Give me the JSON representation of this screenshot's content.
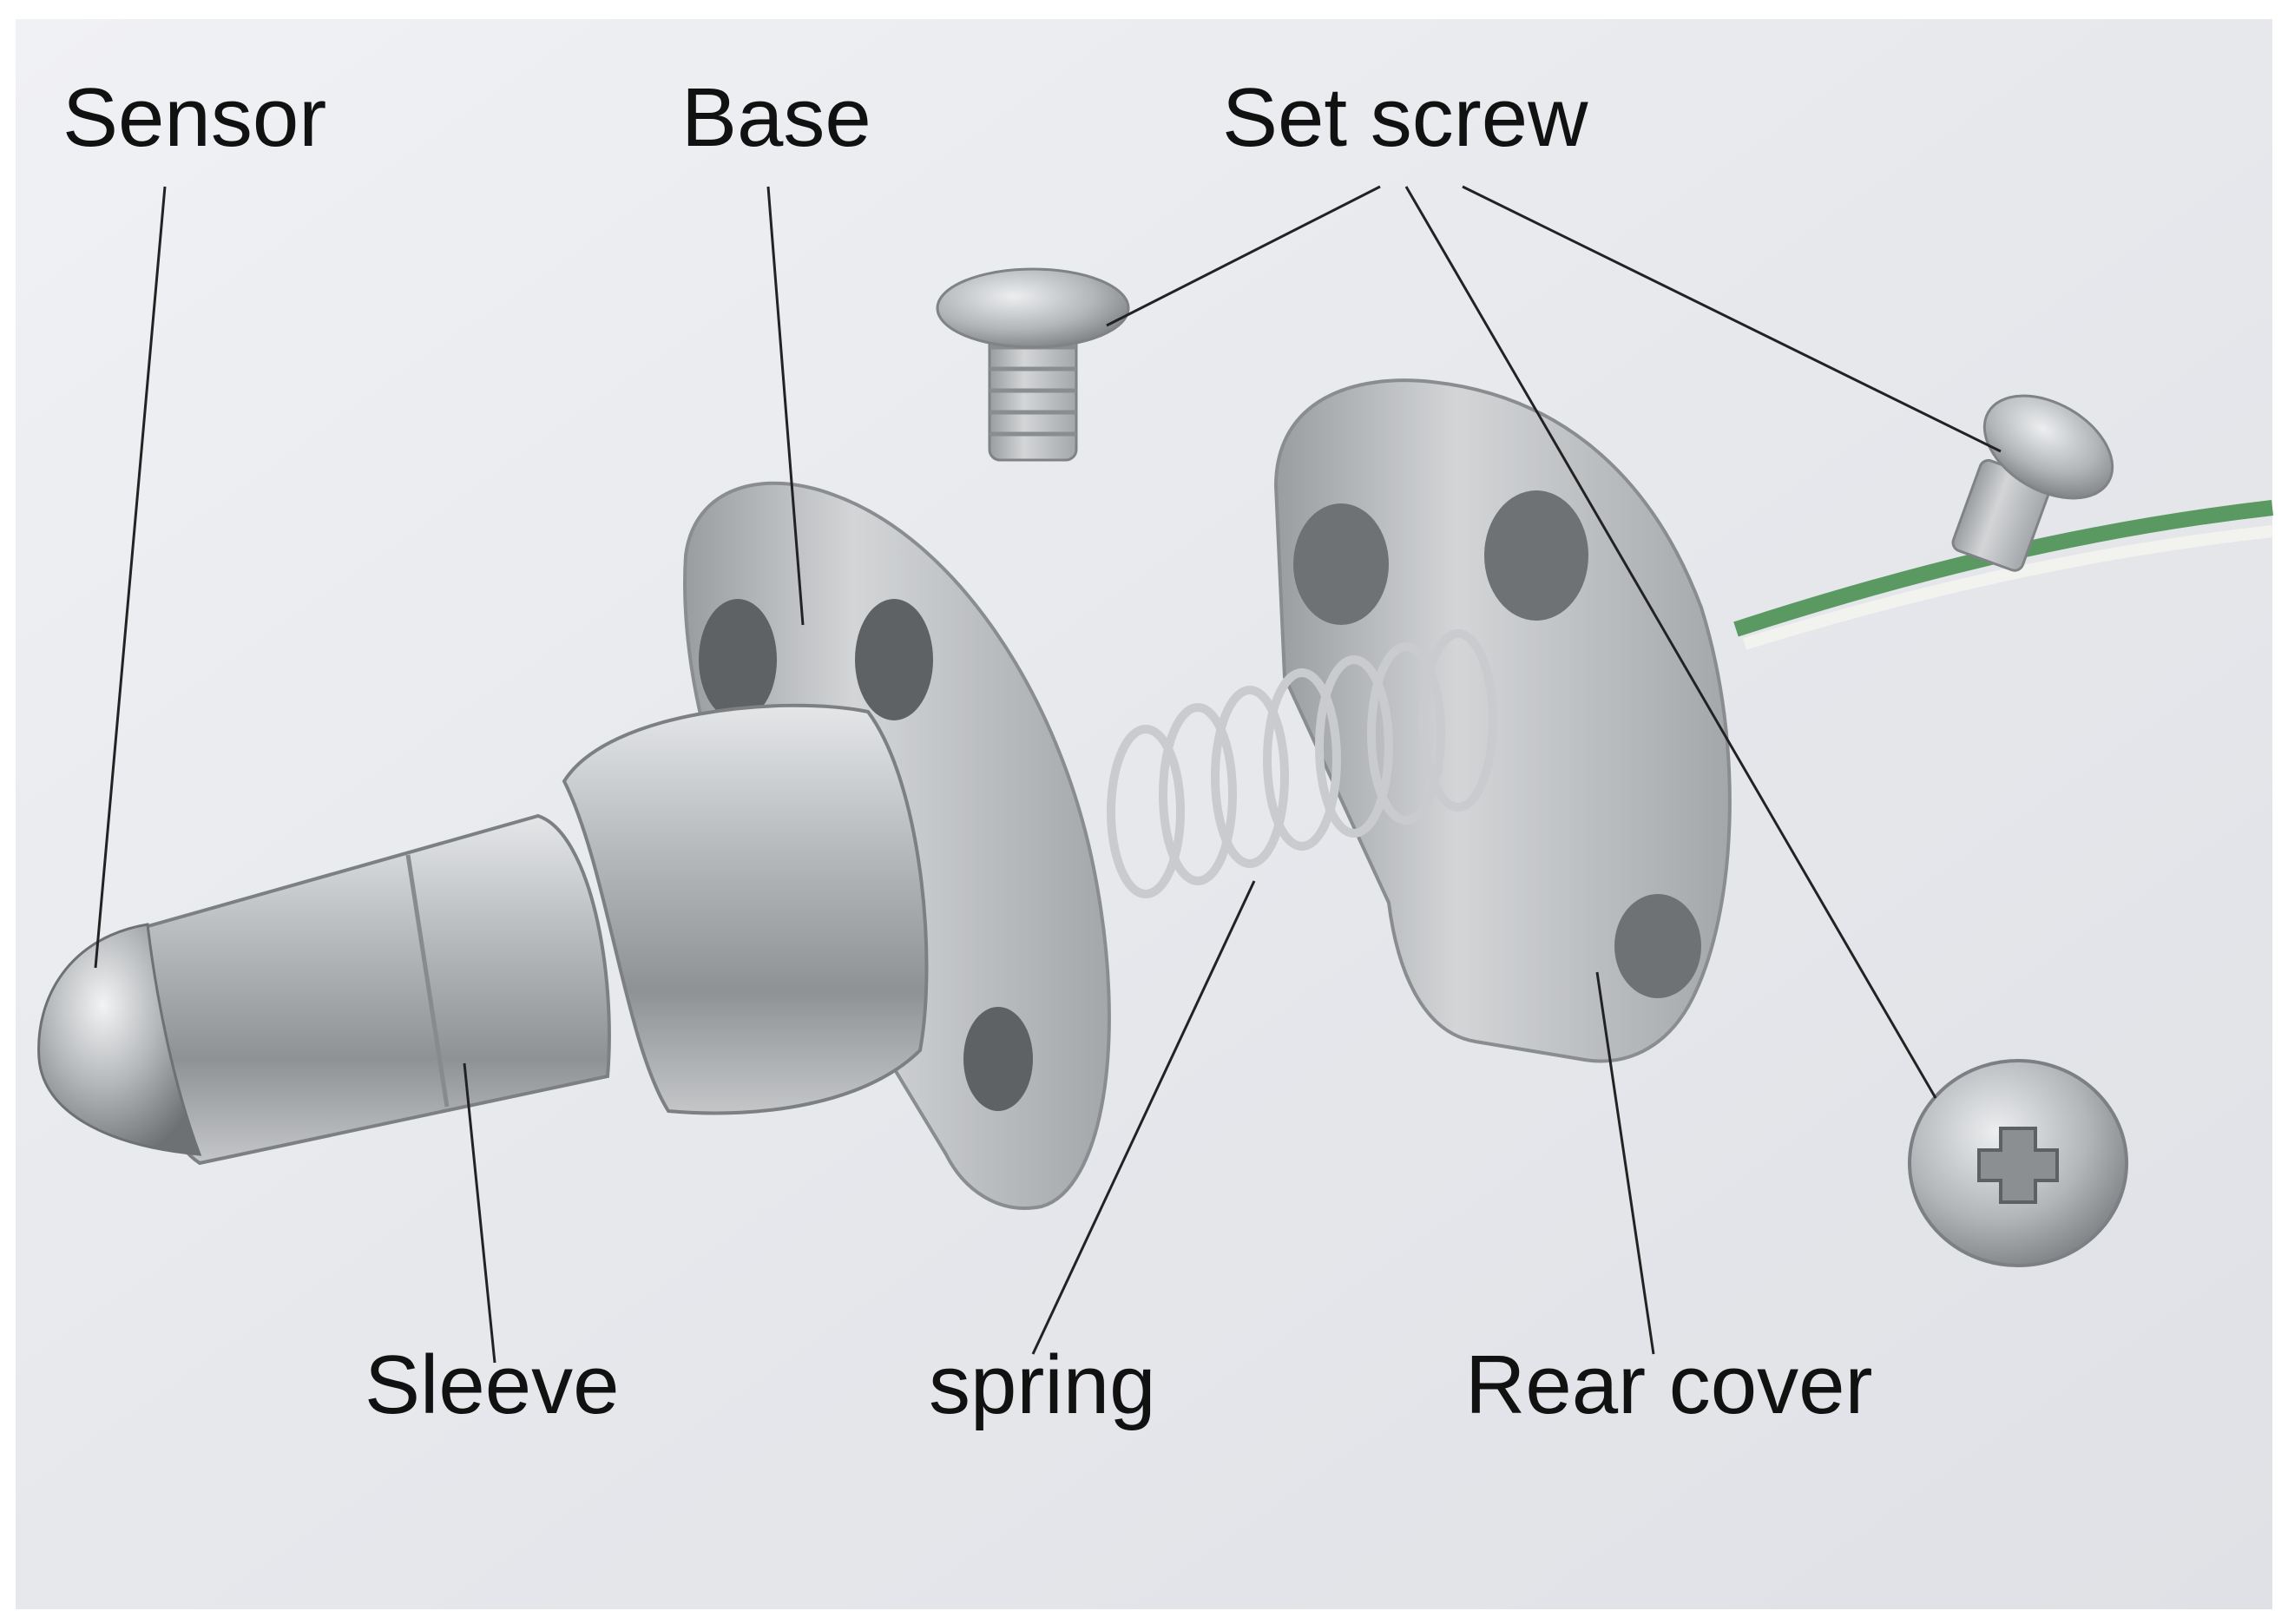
{
  "labels": {
    "sensor": "Sensor",
    "base": "Base",
    "set_screw": "Set screw",
    "sleeve": "Sleeve",
    "spring": "spring",
    "rear_cover": "Rear cover"
  },
  "colors": {
    "background": "#e9ebef",
    "metal": "#b9bcc0",
    "wire_green": "#5a9a62"
  }
}
